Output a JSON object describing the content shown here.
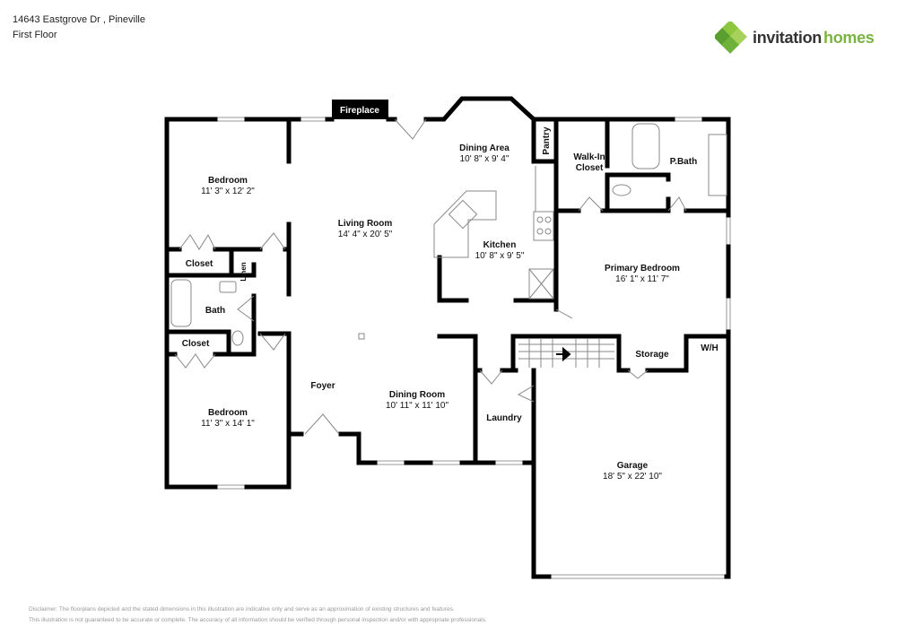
{
  "header": {
    "address": "14643 Eastgrove Dr , Pineville",
    "floor": "First Floor"
  },
  "logo": {
    "word1": "invitation",
    "word2": "homes",
    "brand_color": "#7ab342"
  },
  "rooms": {
    "bedroom1": {
      "name": "Bedroom",
      "dim": "11' 3\" x 12' 2\""
    },
    "living": {
      "name": "Living Room",
      "dim": "14' 4\" x 20' 5\""
    },
    "dining_area": {
      "name": "Dining Area",
      "dim": "10' 8\" x 9' 4\""
    },
    "kitchen": {
      "name": "Kitchen",
      "dim": "10' 8\" x 9' 5\""
    },
    "pantry": {
      "name": "Pantry"
    },
    "walkin": {
      "name1": "Walk-In",
      "name2": "Closet"
    },
    "pbath": {
      "name": "P.Bath"
    },
    "primary": {
      "name": "Primary Bedroom",
      "dim": "16' 1\" x 11' 7\""
    },
    "closet1": {
      "name": "Closet"
    },
    "linen": {
      "name": "Linen"
    },
    "bath": {
      "name": "Bath"
    },
    "closet2": {
      "name": "Closet"
    },
    "bedroom2": {
      "name": "Bedroom",
      "dim": "11' 3\" x 14' 1\""
    },
    "foyer": {
      "name": "Foyer"
    },
    "dining_room": {
      "name": "Dining Room",
      "dim": "10' 11\" x 11' 10\""
    },
    "laundry": {
      "name": "Laundry"
    },
    "storage": {
      "name": "Storage"
    },
    "wh": {
      "name": "W/H"
    },
    "garage": {
      "name": "Garage",
      "dim": "18' 5\" x 22' 10\""
    },
    "fireplace": {
      "name": "Fireplace"
    }
  },
  "disclaimer": {
    "line1": "Disclaimer: The floorplans depicted and the stated dimensions in this illustration are indicative only and serve as an approximation of existing structures and features.",
    "line2": "This illustration is not guaranteed to be accurate or complete. The accuracy of all information should be verified through personal inspection and/or with appropriate professionals."
  }
}
